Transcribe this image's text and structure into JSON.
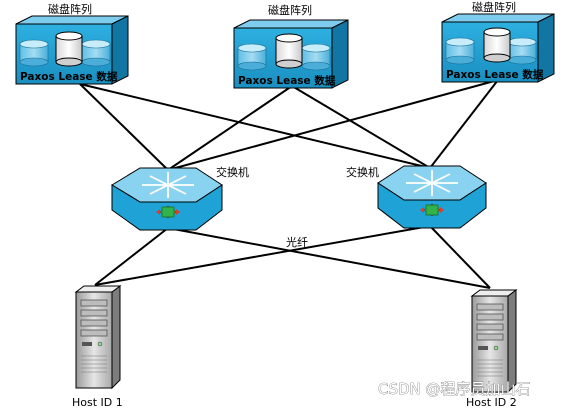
{
  "diagram": {
    "storage_arrays": [
      {
        "title": "磁盘阵列",
        "caption": "Paxos Lease 数据"
      },
      {
        "title": "磁盘阵列",
        "caption": "Paxos Lease 数据"
      },
      {
        "title": "磁盘阵列",
        "caption": "Paxos Lease 数据"
      }
    ],
    "switches": [
      {
        "label": "交换机"
      },
      {
        "label": "交换机"
      }
    ],
    "fiber_label": "光纤",
    "hosts": [
      {
        "label": "Host ID 1"
      },
      {
        "label": "Host ID 2"
      }
    ],
    "watermark": "CSDN @程序员加山石",
    "colors": {
      "storage_fill": "#1e9fd0",
      "switch_fill": "#1fa3d6",
      "host_fill": "#d4d4d4",
      "link": "#000000"
    }
  }
}
